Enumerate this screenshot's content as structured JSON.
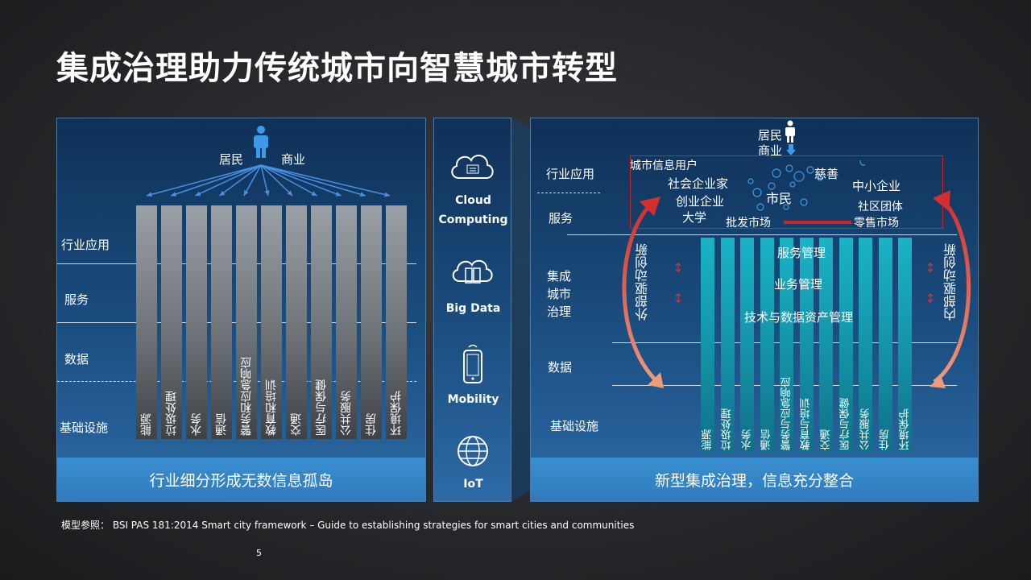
{
  "title": "集成治理助力传统城市向智慧城市转型",
  "left_panel": {
    "users": [
      "居民",
      "商业"
    ],
    "layers": [
      "行业应用",
      "服务",
      "数据",
      "基础设施"
    ],
    "columns": [
      "能源",
      "垃圾处理",
      "水务",
      "通信",
      "警务和应急响应",
      "教育和培训",
      "交通",
      "医疗与保健",
      "公共服务",
      "住房",
      "环境保护"
    ],
    "footer": "行业细分形成无数信息孤岛"
  },
  "mid_panel": {
    "items": [
      {
        "label": "Cloud\nComputing",
        "icon": "cloud-icon"
      },
      {
        "label": "Big Data",
        "icon": "database-icon"
      },
      {
        "label": "Mobility",
        "icon": "smartphone-icon"
      },
      {
        "label": "IoT",
        "icon": "globe-icon"
      }
    ]
  },
  "right_panel": {
    "top_user": "居民\n商业",
    "layers": {
      "app": "行业应用",
      "service": "服务",
      "governance": "集成\n城市\n治理",
      "data": "数据",
      "infra": "基础设施"
    },
    "app_labels": {
      "city_info_users": "城市信息用户",
      "social_enterprise": "社会企业家",
      "startup": "创业企业",
      "university": "大学",
      "citizen": "市民",
      "charity": "慈善",
      "sme": "中小企业",
      "community": "社区团体",
      "wholesale": "批发市场",
      "retail": "零售市场"
    },
    "governance_rows": [
      "服务管理",
      "业务管理",
      "技术与数据资产管理"
    ],
    "left_driver": "外部驱动创新",
    "right_driver": "内部驱动创新",
    "columns": [
      "能源",
      "垃圾处理",
      "水务",
      "通信",
      "警务与应急响应",
      "教育与培训",
      "交通",
      "医疗与保健",
      "公共服务",
      "住房",
      "环境保护"
    ],
    "footer": "新型集成治理，信息充分整合"
  },
  "note": "模型参照：   BSI  PAS 181:2014 Smart city framework – Guide to establishing strategies for  smart cities and communities",
  "page_number": "5",
  "colors": {
    "accent_red": "#c62828",
    "arrow_salmon": "#e57373",
    "teal": "#15a0b6",
    "footer_blue": "#3a8fd0"
  }
}
